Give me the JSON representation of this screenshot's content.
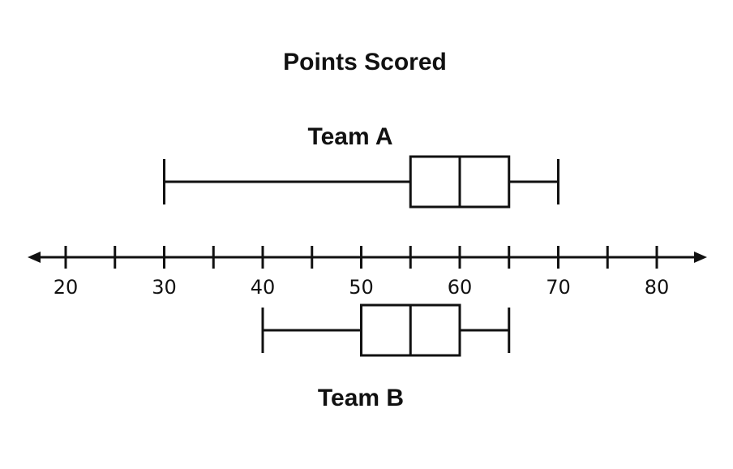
{
  "chart_data": {
    "type": "boxplot",
    "title": "Points Scored",
    "xlim": [
      15,
      85
    ],
    "ticks": {
      "minor_step": 5,
      "minor_values": [
        20,
        25,
        30,
        35,
        40,
        45,
        50,
        55,
        60,
        65,
        70,
        75,
        80
      ],
      "labels": [
        "20",
        "30",
        "40",
        "50",
        "60",
        "70",
        "80"
      ],
      "label_values": [
        20,
        30,
        40,
        50,
        60,
        70,
        80
      ]
    },
    "series": [
      {
        "name": "Team A",
        "min": 30,
        "q1": 55,
        "median": 60,
        "q3": 65,
        "max": 70,
        "position": "above-axis"
      },
      {
        "name": "Team B",
        "min": 40,
        "q1": 50,
        "median": 55,
        "q3": 60,
        "max": 65,
        "position": "below-axis"
      }
    ],
    "grid": false,
    "line_color": "#111111"
  }
}
